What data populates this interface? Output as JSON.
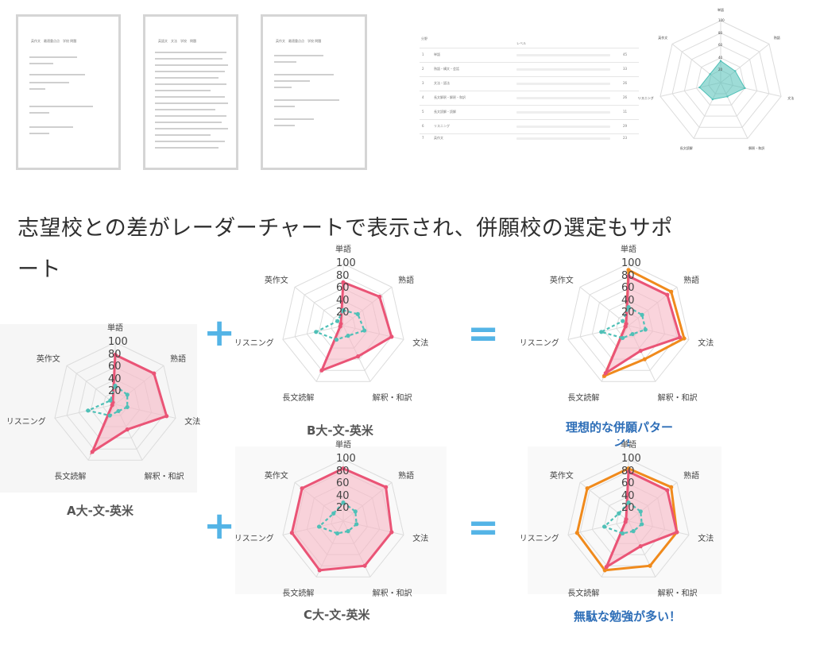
{
  "thumbnails": {
    "docs": [
      {
        "title": "英作文　最適重点点　学校 問題"
      },
      {
        "title": "英語文　文法　学校　問題"
      },
      {
        "title": "英作文　最適重点点　学校 問題"
      }
    ],
    "table": {
      "header": [
        "分野",
        "レベル"
      ],
      "rows": [
        {
          "no": "1",
          "label": "単語",
          "score": "45"
        },
        {
          "no": "2",
          "label": "熟語・構文・会話",
          "score": "33"
        },
        {
          "no": "3",
          "label": "文法・語法",
          "score": "26"
        },
        {
          "no": "4",
          "label": "長文解釈・解釈・和訳",
          "score": "26"
        },
        {
          "no": "5",
          "label": "長文読解・読解",
          "score": "11"
        },
        {
          "no": "6",
          "label": "リスニング",
          "score": "29"
        },
        {
          "no": "7",
          "label": "英作文",
          "score": "23"
        }
      ]
    }
  },
  "headline": "志望校との差がレーダーチャートで表示され、併願校の選定もサポート",
  "operators": {
    "plus": "+",
    "equals": "="
  },
  "captions": {
    "a": "A大-文-英米",
    "b": "B大-文-英米",
    "c": "C大-文-英米",
    "ideal": "理想的な併願パター",
    "ideal_cut": "ン！",
    "waste": "無駄な勉強が多い！"
  },
  "colors": {
    "pink": "#ea5476",
    "pink_fill": "#f7b7c5",
    "teal": "#4fc0b7",
    "orange": "#f08a1c",
    "blue_text": "#2f6fb8",
    "op": "#54b4e6"
  },
  "chart_data": [
    {
      "id": "thumb",
      "type": "radar",
      "axes": [
        "単語",
        "熟語",
        "文法",
        "解釈・和訳",
        "長文読解",
        "リスニング",
        "英作文"
      ],
      "rmax": 100,
      "ticks": [
        "100",
        "80",
        "60",
        "40",
        "20"
      ],
      "series": [
        {
          "name": "",
          "values": [
            35,
            30,
            40,
            25,
            30,
            35,
            22
          ],
          "color": "#4fc0b7",
          "fill": "#4fc0b7"
        }
      ]
    },
    {
      "id": "a",
      "type": "radar",
      "axes": [
        "単語",
        "熟語",
        "文法",
        "解釈・和訳",
        "長文読解",
        "リスニング",
        "英作文"
      ],
      "rmax": 100,
      "ticks": [
        "100",
        "80",
        "60",
        "40",
        "20"
      ],
      "series": [
        {
          "name": "",
          "values": [
            80,
            80,
            85,
            45,
            85,
            5,
            5
          ],
          "color": "#ea5476",
          "fill": "#f7b7c5"
        },
        {
          "name": "",
          "values": [
            30,
            25,
            20,
            12,
            20,
            45,
            10
          ],
          "color": "#4fc0b7",
          "fill": "none"
        }
      ]
    },
    {
      "id": "b",
      "type": "radar",
      "axes": [
        "単語",
        "熟語",
        "文法",
        "解釈・和訳",
        "長文読解",
        "リスニング",
        "英作文"
      ],
      "rmax": 100,
      "ticks": [
        "100",
        "80",
        "60",
        "40",
        "20"
      ],
      "series": [
        {
          "name": "",
          "values": [
            70,
            75,
            80,
            55,
            80,
            5,
            5
          ],
          "color": "#ea5476",
          "fill": "#f7b7c5"
        },
        {
          "name": "",
          "values": [
            25,
            30,
            35,
            18,
            25,
            45,
            12
          ],
          "color": "#4fc0b7",
          "fill": "none"
        }
      ]
    },
    {
      "id": "ideal",
      "type": "radar",
      "axes": [
        "単語",
        "熟語",
        "文法",
        "解釈・和訳",
        "長文読解",
        "リスニング",
        "英作文"
      ],
      "rmax": 100,
      "ticks": [
        "100",
        "80",
        "60",
        "40",
        "20"
      ],
      "series": [
        {
          "name": "",
          "values": [
            90,
            88,
            92,
            60,
            90,
            5,
            5
          ],
          "color": "#f08a1c",
          "fill": "none"
        },
        {
          "name": "",
          "values": [
            80,
            80,
            85,
            45,
            85,
            5,
            5
          ],
          "color": "#ea5476",
          "fill": "#f7b7c5"
        },
        {
          "name": "",
          "values": [
            30,
            28,
            28,
            15,
            22,
            45,
            12
          ],
          "color": "#4fc0b7",
          "fill": "none"
        }
      ]
    },
    {
      "id": "c",
      "type": "radar",
      "axes": [
        "単語",
        "熟語",
        "文法",
        "解釈・和訳",
        "長文読解",
        "リスニング",
        "英作文"
      ],
      "rmax": 100,
      "ticks": [
        "100",
        "80",
        "60",
        "40",
        "20"
      ],
      "series": [
        {
          "name": "",
          "values": [
            85,
            88,
            80,
            80,
            88,
            85,
            85
          ],
          "color": "#ea5476",
          "fill": "#f7b7c5"
        },
        {
          "name": "",
          "values": [
            30,
            25,
            22,
            18,
            22,
            40,
            20
          ],
          "color": "#4fc0b7",
          "fill": "none"
        }
      ]
    },
    {
      "id": "waste",
      "type": "radar",
      "axes": [
        "単語",
        "熟語",
        "文法",
        "解釈・和訳",
        "長文読解",
        "リスニング",
        "英作文"
      ],
      "rmax": 100,
      "ticks": [
        "100",
        "80",
        "60",
        "40",
        "20"
      ],
      "series": [
        {
          "name": "",
          "values": [
            85,
            88,
            80,
            80,
            88,
            85,
            85
          ],
          "color": "#f08a1c",
          "fill": "none"
        },
        {
          "name": "",
          "values": [
            80,
            80,
            80,
            45,
            82,
            5,
            5
          ],
          "color": "#ea5476",
          "fill": "#f7b7c5"
        },
        {
          "name": "",
          "values": [
            30,
            25,
            22,
            18,
            22,
            40,
            20
          ],
          "color": "#4fc0b7",
          "fill": "none"
        }
      ]
    }
  ]
}
